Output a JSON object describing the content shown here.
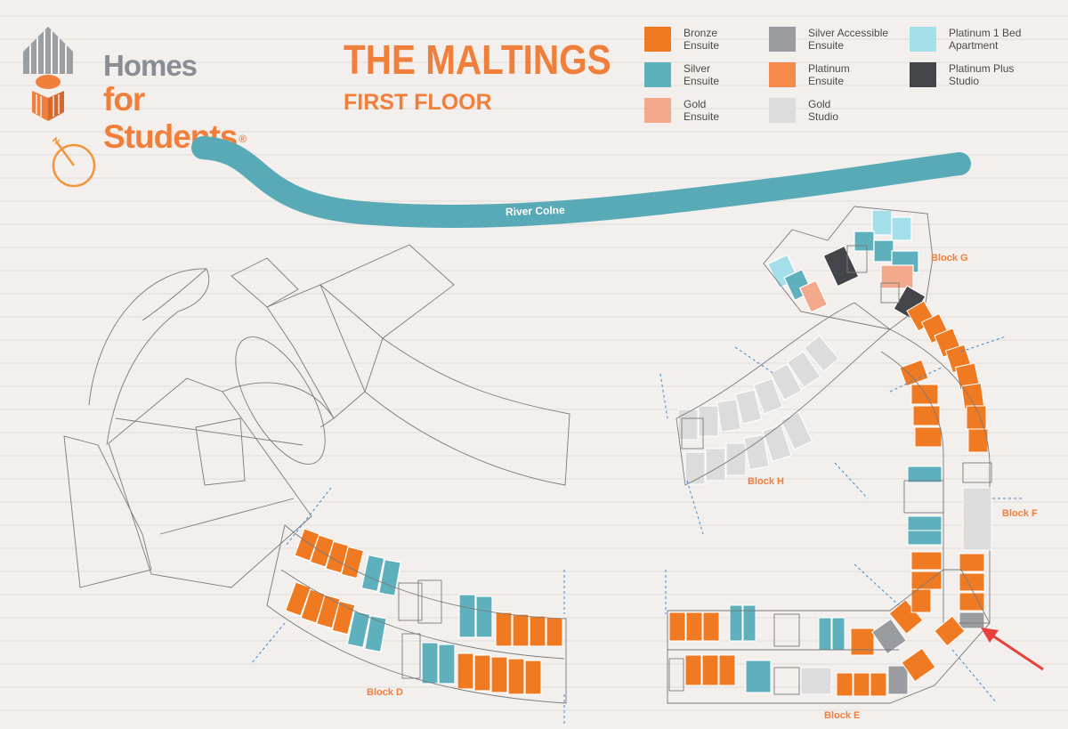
{
  "header": {
    "logo_line1": "Homes",
    "logo_line2": "for Students",
    "logo_reg": "®",
    "title": "THE MALTINGS",
    "subtitle": "FIRST FLOOR"
  },
  "legend": [
    {
      "label": "Bronze\nEnsuite",
      "color": "#f07a22"
    },
    {
      "label": "Silver\nEnsuite",
      "color": "#5fb0bd"
    },
    {
      "label": "Gold\nEnsuite",
      "color": "#f3a98b"
    },
    {
      "label": "Silver Accessible\nEnsuite",
      "color": "#9a9ca0"
    },
    {
      "label": "Platinum\nEnsuite",
      "color": "#f58a4a"
    },
    {
      "label": "Gold\nStudio",
      "color": "#dcdcdc"
    },
    {
      "label": "Platinum 1 Bed\nApartment",
      "color": "#a5e0ea"
    },
    {
      "label": "Platinum Plus\nStudio",
      "color": "#444548"
    }
  ],
  "map": {
    "river_label": "River Colne",
    "blocks": {
      "block_g": "Block G",
      "block_h": "Block H",
      "block_f": "Block F",
      "block_d": "Block D",
      "block_e": "Block E"
    },
    "colors": {
      "river": "#58aab7",
      "orange": "#f07a22",
      "teal": "#5fb0bd",
      "arrow": "#e8403a"
    }
  }
}
